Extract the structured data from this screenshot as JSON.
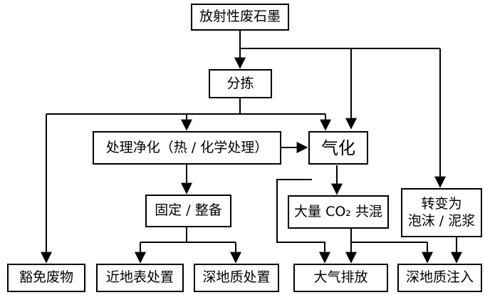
{
  "nodes": {
    "source": "放射性废石墨",
    "sorting": "分拣",
    "purification": "处理净化（热 / 化学处理）",
    "gasification": "气化",
    "fixation": "固定 / 整备",
    "co2_mix": "大量 CO₂ 共混",
    "convert_line1": "转变为",
    "convert_line2": "泡沫 / 泥浆",
    "exempt": "豁免废物",
    "near_surface": "近地表处置",
    "deep_geo": "深地质处置",
    "atmosphere": "大气排放",
    "deep_injection": "深地质注入"
  },
  "colors": {
    "line": "#000000",
    "box_border": "#000000",
    "background": "#ffffff"
  }
}
